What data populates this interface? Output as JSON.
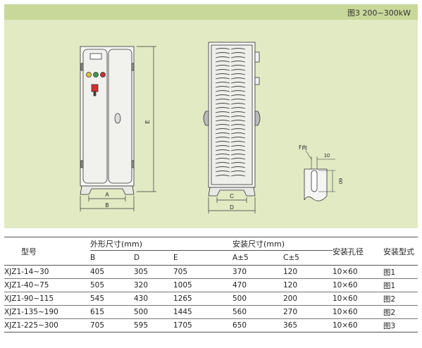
{
  "figure_caption": "图3 200~300kW",
  "drawing_labels": {
    "front_width_inner": "A",
    "front_width_outer": "B",
    "height": "E",
    "side_inner": "C",
    "side_depth": "D",
    "hole_direction": "F向",
    "hole_width": "10",
    "hole_height": "60"
  },
  "table": {
    "model_header": "型号",
    "outline_header": "外形尺寸(mm)",
    "install_header": "安装尺寸(mm)",
    "hole_header": "安装孔径",
    "type_header": "安装型式",
    "sub_headers": [
      "B",
      "D",
      "E",
      "A±5",
      "C±5"
    ],
    "rows": [
      {
        "model": "XJZ1-14~30",
        "B": "405",
        "D": "305",
        "E": "705",
        "A": "370",
        "C": "120",
        "hole": "10×60",
        "type": "图1"
      },
      {
        "model": "XJZ1-40~75",
        "B": "505",
        "D": "320",
        "E": "1005",
        "A": "470",
        "C": "120",
        "hole": "10×60",
        "type": "图1"
      },
      {
        "model": "XJZ1-90~115",
        "B": "545",
        "D": "430",
        "E": "1265",
        "A": "500",
        "C": "200",
        "hole": "10×60",
        "type": "图2"
      },
      {
        "model": "XJZ1-135~190",
        "B": "615",
        "D": "500",
        "E": "1445",
        "A": "560",
        "C": "270",
        "hole": "10×60",
        "type": "图2"
      },
      {
        "model": "XJZ1-225~300",
        "B": "705",
        "D": "595",
        "E": "1705",
        "A": "650",
        "C": "365",
        "hole": "10×60",
        "type": "图3"
      }
    ]
  }
}
